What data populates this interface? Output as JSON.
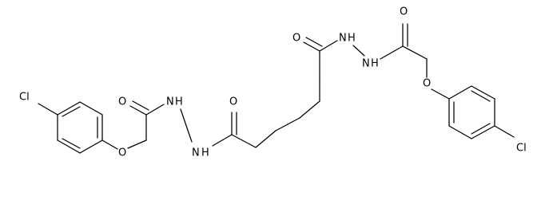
{
  "colors": {
    "background": "#ffffff",
    "bond": "#000000",
    "label": "#000000"
  },
  "structure": {
    "atom_labels": {
      "cl_left": "Cl",
      "o_ether_left": "O",
      "o_carbonyl_left": "O",
      "nh_left_1": "N",
      "h_left_1": "H",
      "nh_left_2": "N",
      "h_left_2": "H",
      "o_carbonyl_center_left": "O",
      "o_carbonyl_center_right": "O",
      "nh_right_1": "N",
      "h_right_1": "H",
      "nh_right_2": "N",
      "h_right_2": "H",
      "o_carbonyl_right": "O",
      "o_ether_right": "O",
      "cl_right": "Cl"
    }
  }
}
